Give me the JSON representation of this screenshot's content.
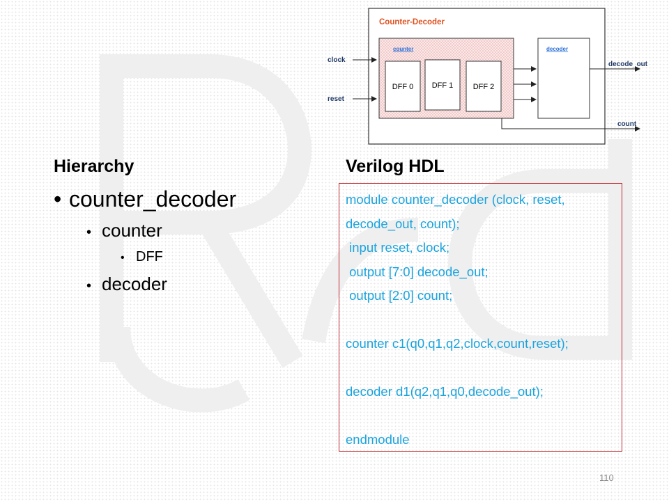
{
  "diagram": {
    "outer_title": "Counter-Decoder",
    "counter_label": "counter",
    "decoder_label": "decoder",
    "dff_labels": [
      "DFF 0",
      "DFF 1",
      "DFF 2"
    ],
    "inputs": [
      "clock",
      "reset"
    ],
    "outputs": [
      "decode_out",
      "count"
    ],
    "colors": {
      "title": "#e0501e",
      "sublabel": "#2a6fd6",
      "hatch": "#e8a8a8"
    }
  },
  "hierarchy": {
    "title": "Hierarchy",
    "items": [
      {
        "bullet": "•",
        "label": "counter_decoder"
      },
      {
        "bullet": "•",
        "label": "counter"
      },
      {
        "bullet": "•",
        "label": "DFF"
      },
      {
        "bullet": "•",
        "label": "decoder"
      }
    ]
  },
  "verilog": {
    "title": "Verilog HDL",
    "lines": [
      "module counter_decoder (clock, reset,",
      "decode_out, count);",
      " input reset, clock;",
      " output [7:0] decode_out;",
      " output [2:0] count;",
      "counter c1(q0,q1,q2,clock,count,reset);",
      "decoder d1(q2,q1,q0,decode_out);",
      "endmodule"
    ],
    "color": "#1aa3dd"
  },
  "page_number": "110"
}
